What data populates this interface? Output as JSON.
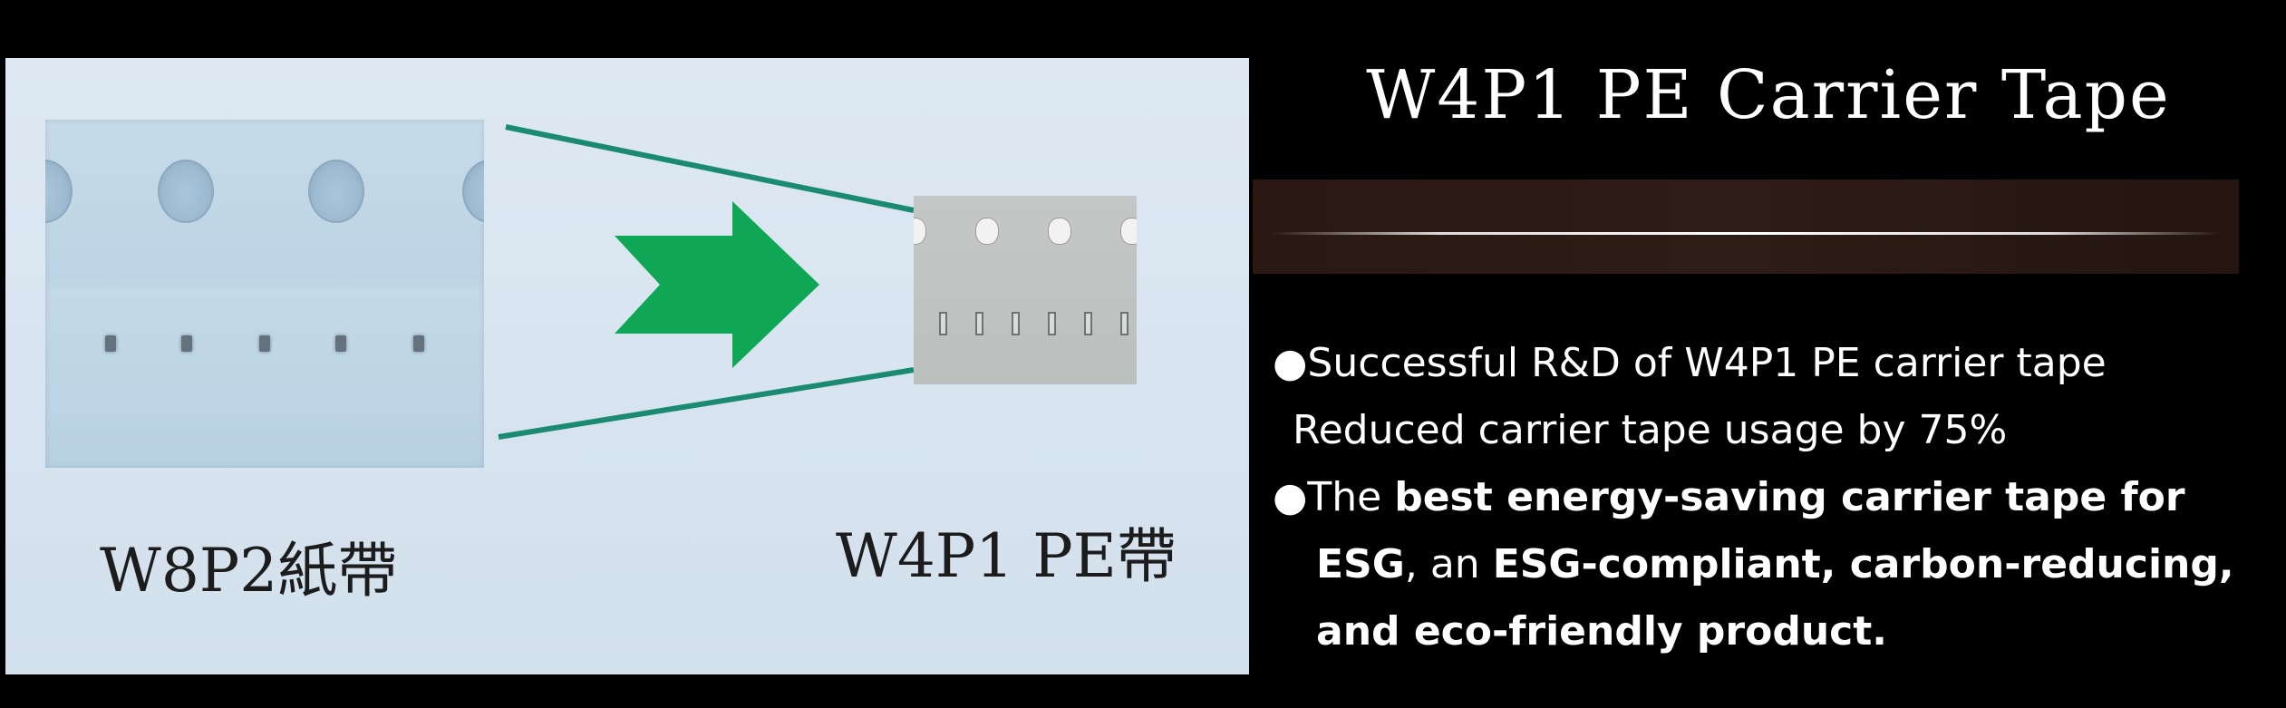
{
  "left": {
    "paper_label": "W8P2紙帶",
    "pe_label": "W4P1 PE帶",
    "arrow_color": "#0fa656",
    "line_color": "#1a8a73"
  },
  "right": {
    "title": "W4P1 PE Carrier Tape",
    "bullet1_line1": "●Successful R&D of W4P1 PE carrier tape",
    "bullet1_line2": "Reduced carrier tape usage by 75%",
    "bullet2_prefix": "●The ",
    "bullet2_bold1": "best energy-saving carrier tape for",
    "bullet2_bold2": "ESG",
    "bullet2_mid": ", an ",
    "bullet2_bold3": "ESG-compliant, carbon-reducing,",
    "bullet2_bold4": "and eco-friendly product."
  }
}
